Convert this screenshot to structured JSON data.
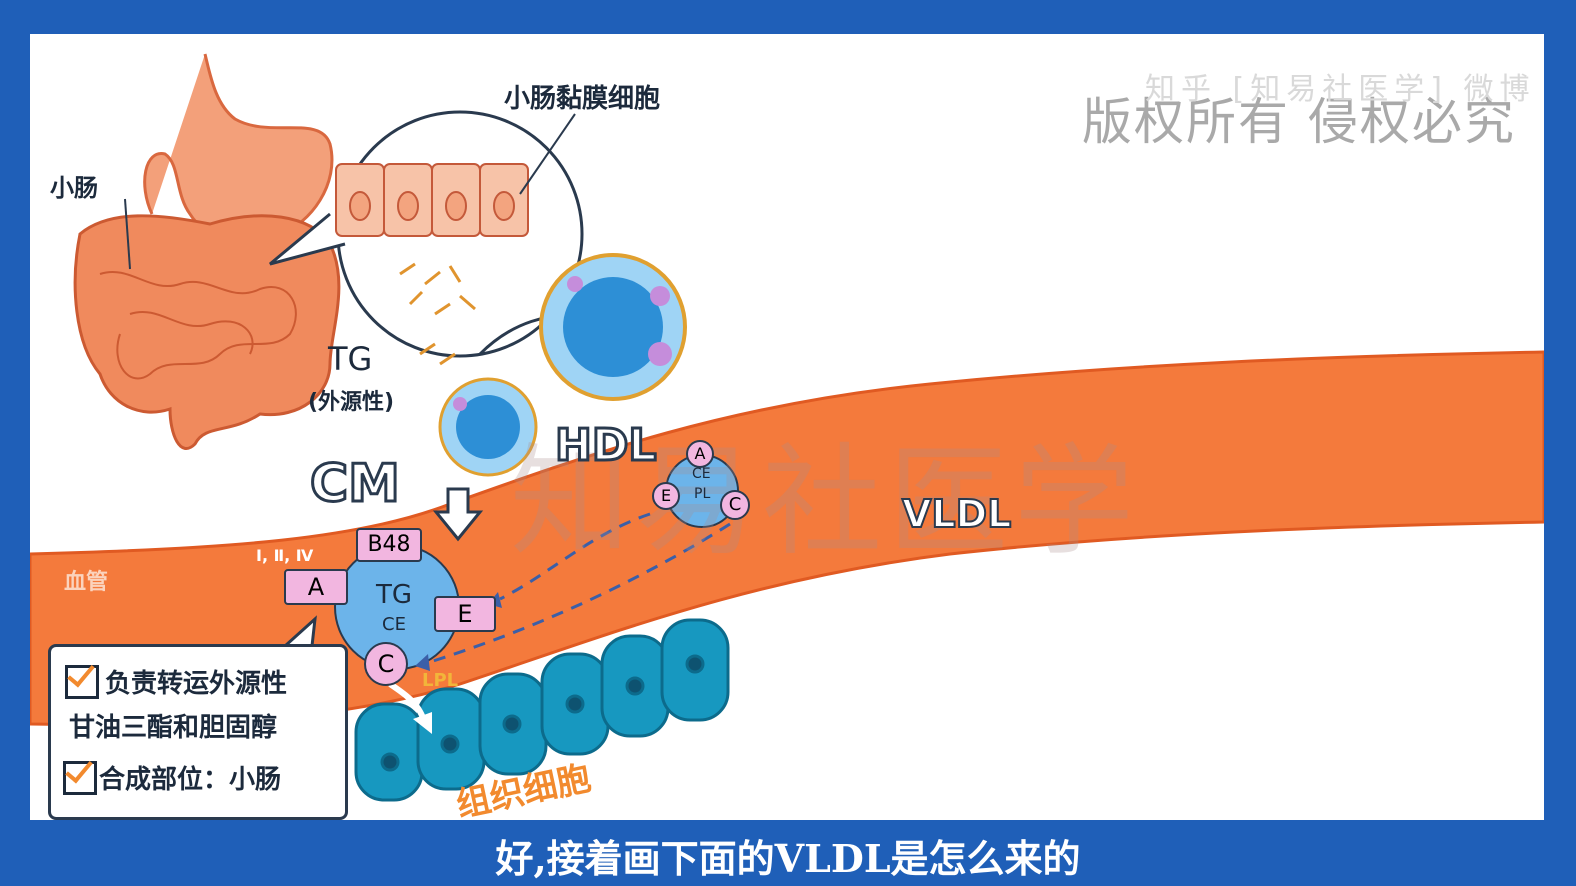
{
  "watermarks": {
    "copyright": "版权所有 侵权必究",
    "top_faded": "知乎 [知易社医学] 微博",
    "center": "知易社医学"
  },
  "labels": {
    "small_intestine": "小肠",
    "mucosa_cells": "小肠黏膜细胞",
    "tg": "TG",
    "exogenous": "(外源性)",
    "cm": "CM",
    "hdl": "HDL",
    "vldl": "VLDL",
    "blood_vessel": "血管",
    "lpl": "LPL",
    "tissue_cells": "组织细胞",
    "apo_roman": "Ⅰ, Ⅱ, Ⅳ",
    "b48": "B48",
    "apo_a": "A",
    "apo_e": "E",
    "apo_c": "C",
    "cm_core_tg": "TG",
    "cm_core_ce": "CE",
    "hdl_a": "A",
    "hdl_e": "E",
    "hdl_c": "C",
    "hdl_ce": "CE",
    "hdl_pl": "PL"
  },
  "notes": {
    "line1": "负责转运外源性",
    "line2": "甘油三酯和胆固醇",
    "line3": "合成部位：小肠"
  },
  "subtitle": "好,接着画下面的VLDL是怎么来的",
  "colors": {
    "frame_blue": "#1f5fb8",
    "vessel_orange": "#f47a3c",
    "intestine": "#f08a5d",
    "cm_blue": "#6cb4ea",
    "apo_pink": "#f2b6e0",
    "tissue_teal": "#1798c0"
  }
}
